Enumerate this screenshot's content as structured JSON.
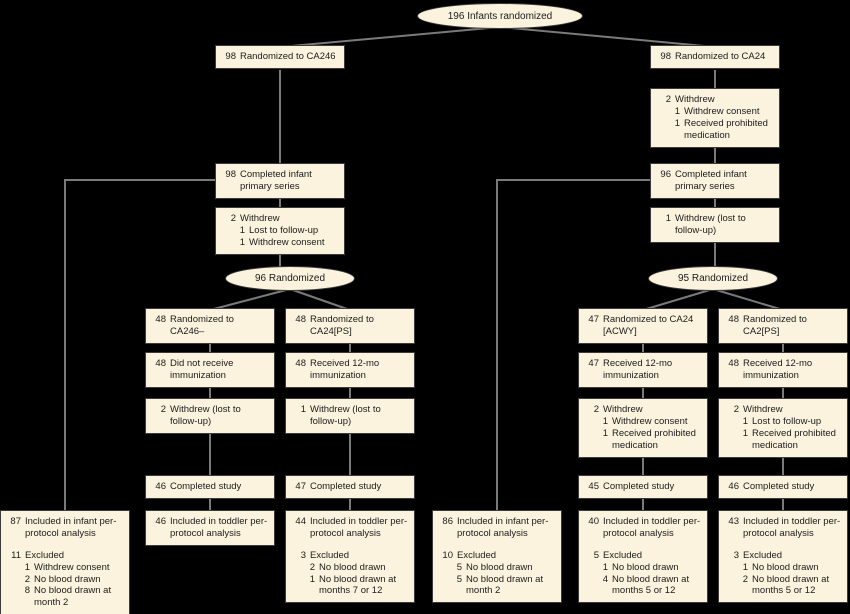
{
  "figure": {
    "name": "Infant vaccine trial participant flow diagram"
  },
  "colors": {
    "background": "#000000",
    "box_fill": "#fbf3dd",
    "box_border": "#3b3b3b",
    "connector_line": "#7a7a7a",
    "text": "#1c1c1c"
  },
  "ellipses": {
    "top": {
      "label": "196  Infants randomized"
    },
    "left": {
      "label": "96  Randomized"
    },
    "right": {
      "label": "95  Randomized"
    }
  },
  "nodes": {
    "l_rand": {
      "lines": [
        {
          "n": "98",
          "t": "Randomized to CA246"
        }
      ]
    },
    "r_rand": {
      "lines": [
        {
          "n": "98",
          "t": "Randomized to CA24"
        }
      ]
    },
    "r_wd1": {
      "lines": [
        {
          "n": "2",
          "t": "Withdrew"
        },
        {
          "n": "1",
          "t": "Withdrew consent",
          "i": 1
        },
        {
          "n": "1",
          "t": "Received prohibited medication",
          "i": 1
        }
      ]
    },
    "l_comp": {
      "lines": [
        {
          "n": "98",
          "t": "Completed infant primary series"
        }
      ]
    },
    "r_comp": {
      "lines": [
        {
          "n": "96",
          "t": "Completed infant primary series"
        }
      ]
    },
    "l_wd": {
      "lines": [
        {
          "n": "2",
          "t": "Withdrew"
        },
        {
          "n": "1",
          "t": "Lost to follow-up",
          "i": 1
        },
        {
          "n": "1",
          "t": "Withdrew consent",
          "i": 1
        }
      ]
    },
    "r_wd2": {
      "lines": [
        {
          "n": "1",
          "t": "Withdrew (lost to follow-up)"
        }
      ]
    },
    "a_rand": {
      "lines": [
        {
          "n": "48",
          "t": "Randomized to CA246–"
        }
      ]
    },
    "b_rand": {
      "lines": [
        {
          "n": "48",
          "t": "Randomized to CA24[PS]"
        }
      ]
    },
    "c_rand": {
      "lines": [
        {
          "n": "47",
          "t": "Randomized to CA24 [ACWY]"
        }
      ]
    },
    "d_rand": {
      "lines": [
        {
          "n": "48",
          "t": "Randomized to CA2[PS]"
        }
      ]
    },
    "a_imm": {
      "lines": [
        {
          "n": "48",
          "t": "Did not receive immunization"
        }
      ]
    },
    "b_imm": {
      "lines": [
        {
          "n": "48",
          "t": "Received 12-mo immunization"
        }
      ]
    },
    "c_imm": {
      "lines": [
        {
          "n": "47",
          "t": "Received 12-mo immunization"
        }
      ]
    },
    "d_imm": {
      "lines": [
        {
          "n": "48",
          "t": "Received 12-mo immunization"
        }
      ]
    },
    "a_wd": {
      "lines": [
        {
          "n": "2",
          "t": "Withdrew (lost to follow-up)"
        }
      ]
    },
    "b_wd": {
      "lines": [
        {
          "n": "1",
          "t": "Withdrew (lost to follow-up)"
        }
      ]
    },
    "c_wd": {
      "lines": [
        {
          "n": "2",
          "t": "Withdrew"
        },
        {
          "n": "1",
          "t": "Withdrew consent",
          "i": 1
        },
        {
          "n": "1",
          "t": "Received prohibited medication",
          "i": 1
        }
      ]
    },
    "d_wd": {
      "lines": [
        {
          "n": "2",
          "t": "Withdrew"
        },
        {
          "n": "1",
          "t": "Lost to follow-up",
          "i": 1
        },
        {
          "n": "1",
          "t": "Received prohibited medication",
          "i": 1
        }
      ]
    },
    "a_done": {
      "lines": [
        {
          "n": "46",
          "t": "Completed study"
        }
      ]
    },
    "b_done": {
      "lines": [
        {
          "n": "47",
          "t": "Completed study"
        }
      ]
    },
    "c_done": {
      "lines": [
        {
          "n": "45",
          "t": "Completed study"
        }
      ]
    },
    "d_done": {
      "lines": [
        {
          "n": "46",
          "t": "Completed study"
        }
      ]
    },
    "far_left_pp": {
      "lines": [
        {
          "n": "87",
          "t": "Included in infant per-protocol analysis"
        },
        {
          "n": "11",
          "t": "Excluded",
          "g": 1
        },
        {
          "n": "1",
          "t": "Withdrew consent",
          "i": 1
        },
        {
          "n": "2",
          "t": "No blood drawn",
          "i": 1
        },
        {
          "n": "8",
          "t": "No blood drawn at month 2",
          "i": 1
        }
      ]
    },
    "a_pp": {
      "lines": [
        {
          "n": "46",
          "t": "Included in toddler per-protocol analysis"
        }
      ]
    },
    "b_pp": {
      "lines": [
        {
          "n": "44",
          "t": "Included in toddler per-protocol analysis"
        },
        {
          "n": "3",
          "t": "Excluded",
          "g": 1
        },
        {
          "n": "2",
          "t": "No blood drawn",
          "i": 1
        },
        {
          "n": "1",
          "t": "No blood drawn at months 7 or 12",
          "i": 1
        }
      ]
    },
    "mid_pp": {
      "lines": [
        {
          "n": "86",
          "t": "Included in infant per-protocol analysis"
        },
        {
          "n": "10",
          "t": "Excluded",
          "g": 1
        },
        {
          "n": "5",
          "t": "No blood drawn",
          "i": 1
        },
        {
          "n": "5",
          "t": "No blood drawn at month 2",
          "i": 1
        }
      ]
    },
    "c_pp": {
      "lines": [
        {
          "n": "40",
          "t": "Included in toddler per-protocol analysis"
        },
        {
          "n": "5",
          "t": "Excluded",
          "g": 1
        },
        {
          "n": "1",
          "t": "No blood drawn",
          "i": 1
        },
        {
          "n": "4",
          "t": "No blood drawn at months 5 or 12",
          "i": 1
        }
      ]
    },
    "d_pp": {
      "lines": [
        {
          "n": "43",
          "t": "Included in toddler per-protocol analysis"
        },
        {
          "n": "3",
          "t": "Excluded",
          "g": 1
        },
        {
          "n": "1",
          "t": "No blood drawn",
          "i": 1
        },
        {
          "n": "2",
          "t": "No blood drawn at months 5 or 12",
          "i": 1
        }
      ]
    }
  }
}
